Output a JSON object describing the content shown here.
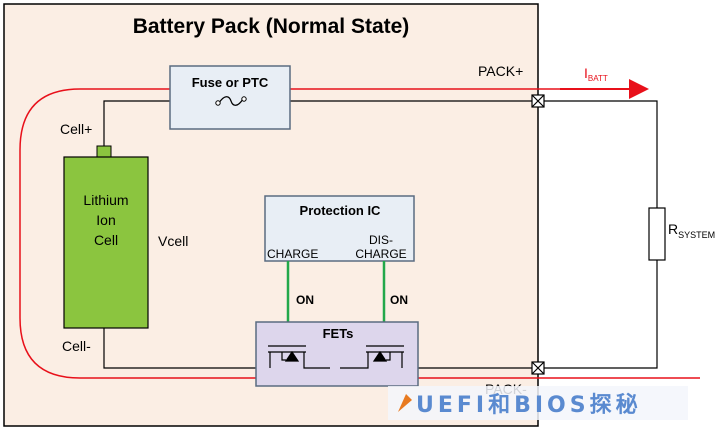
{
  "title": "Battery Pack (Normal State)",
  "fuse_label": "Fuse or PTC",
  "pack_plus": "PACK+",
  "pack_minus": "PACK-",
  "current": {
    "main": "I",
    "sub": "BATT"
  },
  "cell_plus": "Cell+",
  "cell_minus": "Cell-",
  "cell_text": [
    "Lithium",
    "Ion",
    "Cell"
  ],
  "vcell": "Vcell",
  "protection_ic": {
    "title": "Protection IC",
    "charge": "CHARGE",
    "discharge": [
      "DIS-",
      "CHARGE"
    ]
  },
  "on_labels": [
    "ON",
    "ON"
  ],
  "fets_label": "FETs",
  "resistor": {
    "main": "R",
    "sub": "SYSTEM"
  },
  "watermark": "UEFI和BIOS探秘",
  "colors": {
    "pack_fill": "#fbeee4",
    "cell_fill": "#8bc53f",
    "box_fill": "#e8eef5",
    "box_stroke": "#5a6b80",
    "current_path": "#e8101a",
    "gate_wire": "#22a84a"
  }
}
